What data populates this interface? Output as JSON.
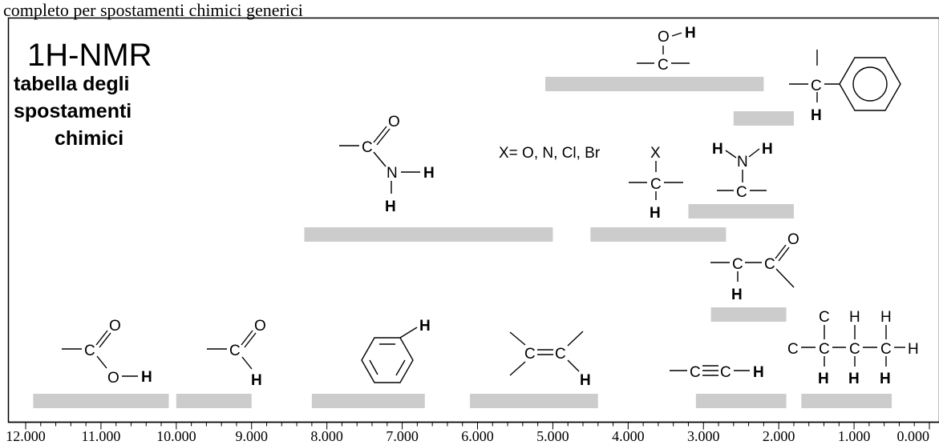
{
  "caption": "completo per spostamenti chimici generici",
  "chart_data": {
    "type": "bar",
    "title": "1H-NMR",
    "subtitle": [
      "tabella degli",
      "spostamenti",
      "chimici"
    ],
    "x_axis": {
      "range": [
        12,
        0
      ],
      "ticks": [
        12,
        11,
        10,
        9,
        8,
        7,
        6,
        5,
        4,
        3,
        2,
        1,
        0
      ],
      "tick_labels": [
        "12.000",
        "11.000",
        "10.000",
        "9.000",
        "8.000",
        "7.000",
        "6.000",
        "5.000",
        "4.000",
        "3.000",
        "2.000",
        "1.000",
        "0.000"
      ]
    },
    "bar_color": "#cccccc",
    "note": "X= O, N, Cl, Br",
    "bars": [
      {
        "group": "alcohol O-H",
        "from": 5.1,
        "to": 2.2
      },
      {
        "group": "benzylic C-H",
        "from": 2.6,
        "to": 1.8
      },
      {
        "group": "amide N-H",
        "from": 8.3,
        "to": 5.0
      },
      {
        "group": "H-C-X",
        "from": 4.5,
        "to": 2.7
      },
      {
        "group": "amine N-H",
        "from": 3.2,
        "to": 1.8
      },
      {
        "group": "alpha-carbonyl C-H",
        "from": 2.9,
        "to": 1.9
      },
      {
        "group": "carboxylic acid O-H",
        "from": 11.9,
        "to": 10.1
      },
      {
        "group": "aldehyde C-H",
        "from": 10.0,
        "to": 9.0
      },
      {
        "group": "aromatic C-H",
        "from": 8.2,
        "to": 6.7
      },
      {
        "group": "alkene C-H",
        "from": 6.1,
        "to": 4.4
      },
      {
        "group": "alkyne C-H",
        "from": 3.1,
        "to": 1.9
      },
      {
        "group": "alkyl C-H",
        "from": 1.7,
        "to": 0.5
      }
    ]
  }
}
